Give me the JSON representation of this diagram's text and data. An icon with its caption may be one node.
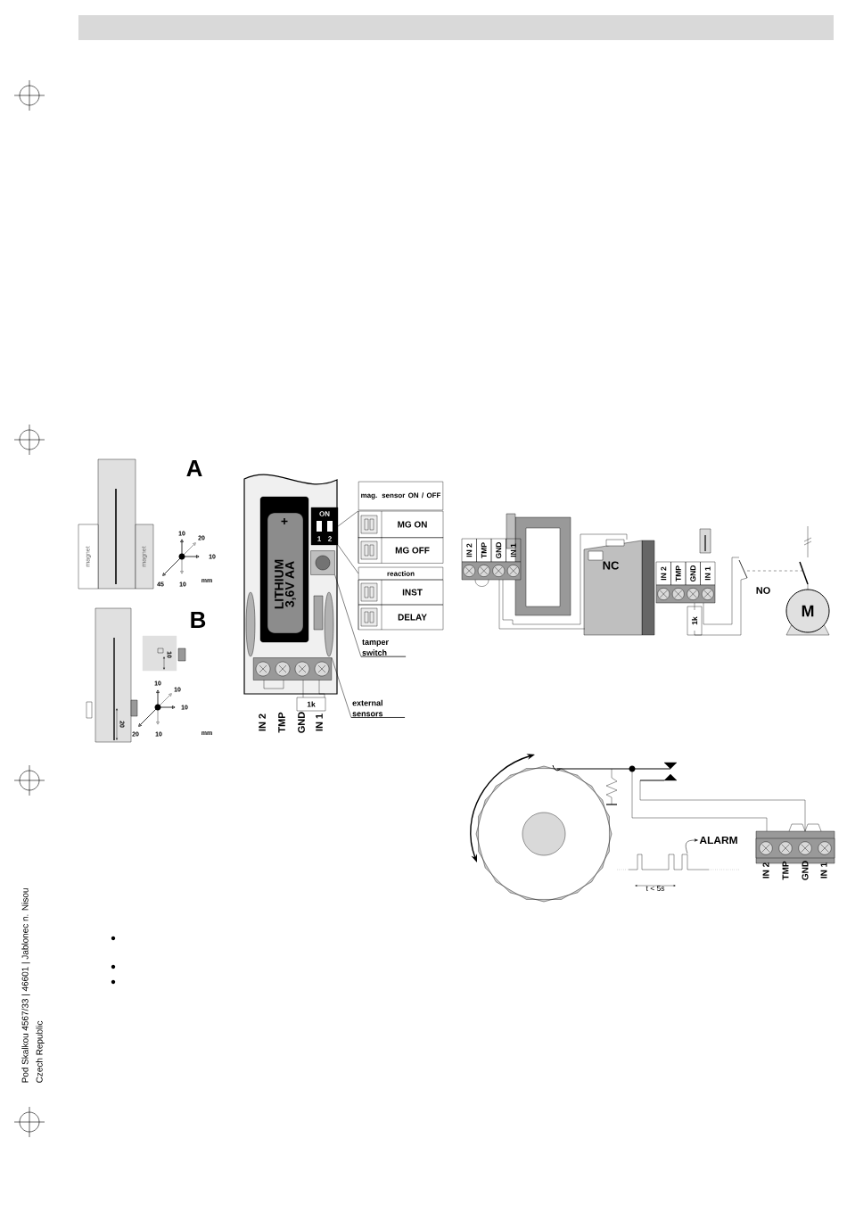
{
  "diagram": {
    "nodes": [
      {
        "text": [
          "mag. sensor ON / OFF"
        ]
      },
      {
        "text": [
          "MG ON"
        ]
      },
      {
        "text": [
          "MG OFF"
        ]
      },
      {
        "text": [
          "reaction"
        ]
      },
      {
        "text": [
          "INST"
        ]
      },
      {
        "text": [
          "DELAY"
        ]
      },
      {
        "text": [
          "tamper switch"
        ]
      },
      {
        "text": [
          "external sensors"
        ]
      },
      {
        "text": [],
        "shape": "box"
      },
      {
        "text": [],
        "shape": "box"
      },
      {
        "text": [],
        "shape": "box"
      },
      {
        "text": [
          "ALARM"
        ]
      },
      {
        "text": [],
        "shape": "picture"
      }
    ],
    "edges": [
      {
        "from": 1,
        "to": 8,
        "arrow": "none"
      },
      {
        "from": 3,
        "to": 8,
        "arrow": "none"
      },
      {
        "from": 6,
        "to": 9,
        "arrow": "none"
      },
      {
        "from": 7,
        "to": 10,
        "arrow": "none"
      },
      {
        "from": 12,
        "to": 11,
        "arrow": "to"
      }
    ],
    "labels": [
      "A",
      "10",
      "20",
      "10",
      "45",
      "10",
      "mm",
      "magnet",
      "magnet",
      "B",
      "10",
      "10",
      "10",
      "10",
      "20",
      "20",
      "10",
      "mm",
      "+",
      "LITHIUM 3,6V AA",
      "ON",
      "1",
      "2",
      "1k",
      "IN 2",
      "TMP",
      "GND",
      "IN 1",
      "IN 2",
      "TMP",
      "GND",
      "IN 1",
      "NC",
      "IN 2",
      "TMP",
      "GND",
      "IN 1",
      "1k",
      "NO",
      "M",
      "t < 5s",
      "IN 2",
      "TMP",
      "GND",
      "IN 1",
      "Pod Skalkou 4567/33 | 46601 | Jablonec n. Nisou",
      "Czech Republic"
    ]
  }
}
